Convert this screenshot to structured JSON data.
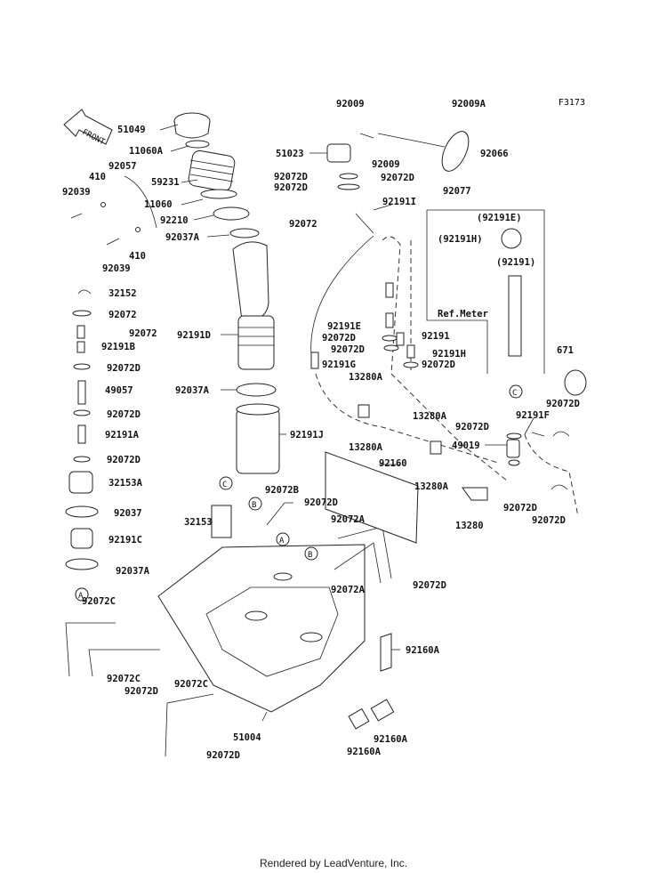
{
  "figure_code": "F3173",
  "front_label": "FRONT",
  "ref_meter_label": "Ref.Meter",
  "footer": "Rendered by LeadVenture, Inc.",
  "callouts": [
    "A",
    "B",
    "C"
  ],
  "parts": {
    "p51049": "51049",
    "p11060A": "11060A",
    "p59231": "59231",
    "p11060": "11060",
    "p92210": "92210",
    "p92037A_top": "92037A",
    "p92057": "92057",
    "p410a": "410",
    "p410b": "410",
    "p92039a": "92039",
    "p92039b": "92039",
    "p32152": "32152",
    "p92072_l1": "92072",
    "p92072_l2": "92072",
    "p92191B": "92191B",
    "p92072D_l1": "92072D",
    "p49057": "49057",
    "p92072D_l2": "92072D",
    "p92191A": "92191A",
    "p92072D_l3": "92072D",
    "p32153A": "32153A",
    "p92037": "92037",
    "p92191C": "92191C",
    "p92037A_l": "92037A",
    "p92072C_a": "92072C",
    "p92072C_b": "92072C",
    "p92072D_l4": "92072D",
    "p92072C_c": "92072C",
    "p92072D_l5": "92072D",
    "p51004": "51004",
    "p92191D": "92191D",
    "p92037A_mid": "92037A",
    "p92191J": "92191J",
    "p32153": "32153",
    "p92072B": "92072B",
    "p92072D_m1": "92072D",
    "p92072A_a": "92072A",
    "p92072A_b": "92072A",
    "p92072D_m2": "92072D",
    "p92160A_a": "92160A",
    "p92160A_b": "92160A",
    "p92160A_c": "92160A",
    "p92009": "92009",
    "p51023": "51023",
    "p92009b": "92009",
    "p92072D_t1": "92072D",
    "p92072D_t2": "92072D",
    "p92072D_t3": "92072D",
    "p92191I": "92191I",
    "p92072_t": "92072",
    "p92009A": "92009A",
    "p92066": "92066",
    "p92077": "92077",
    "p92191E_box": "(92191E)",
    "p92191H_box": "(92191H)",
    "p92191_box": "(92191)",
    "p92191E": "92191E",
    "p92072D_c1": "92072D",
    "p92191": "92191",
    "p92072D_c2": "92072D",
    "p92191H": "92191H",
    "p92191G": "92191G",
    "p92072D_c3": "92072D",
    "p13280A_a": "13280A",
    "p13280A_b": "13280A",
    "p13280A_c": "13280A",
    "p13280A_d": "13280A",
    "p92160": "92160",
    "p13280": "13280",
    "p671": "671",
    "p92072D_r1": "92072D",
    "p92191F": "92191F",
    "p92072D_r2": "92072D",
    "p49019": "49019",
    "p92072D_r3": "92072D",
    "p92072D_r4": "92072D"
  }
}
